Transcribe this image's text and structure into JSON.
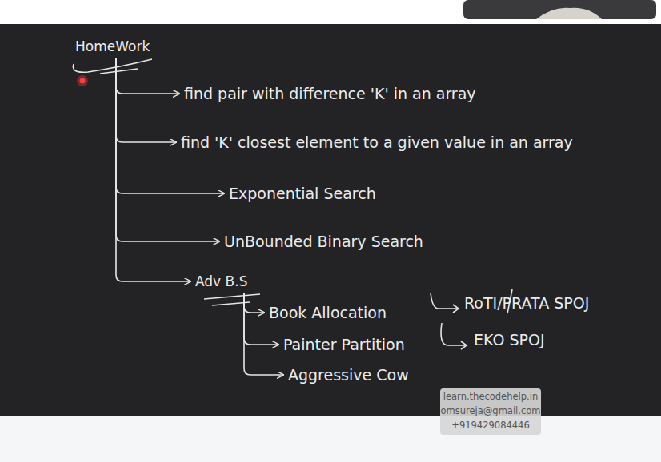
{
  "diagram": {
    "nodes": [
      {
        "text": [
          "HomeWork"
        ]
      },
      {
        "text": [
          "find pair with difference 'K' in an array"
        ]
      },
      {
        "text": [
          "find 'K' closest element to a given value in an array"
        ]
      },
      {
        "text": [
          "Exponential Search"
        ]
      },
      {
        "text": [
          "UnBounded Binary Search"
        ]
      },
      {
        "text": [
          "Adv B.S"
        ]
      },
      {
        "text": [
          "Book Allocation"
        ]
      },
      {
        "text": [
          "Painter Partition"
        ]
      },
      {
        "text": [
          "Aggressive Cow"
        ]
      },
      {
        "text": [
          "RoTI/PRATA SPOJ"
        ]
      },
      {
        "text": [
          "EKO SPOJ"
        ]
      }
    ],
    "edges": [
      {
        "from": 0,
        "to": 1,
        "arrow": "to"
      },
      {
        "from": 0,
        "to": 2,
        "arrow": "to"
      },
      {
        "from": 0,
        "to": 3,
        "arrow": "to"
      },
      {
        "from": 0,
        "to": 4,
        "arrow": "to"
      },
      {
        "from": 0,
        "to": 5,
        "arrow": "to"
      },
      {
        "from": 5,
        "to": 6,
        "arrow": "to"
      },
      {
        "from": 5,
        "to": 7,
        "arrow": "to"
      },
      {
        "from": 5,
        "to": 8,
        "arrow": "to"
      }
    ],
    "labels": [
      "learn.thecodehelp.in",
      "omsureja@gmail.com",
      "+919429084446"
    ]
  }
}
